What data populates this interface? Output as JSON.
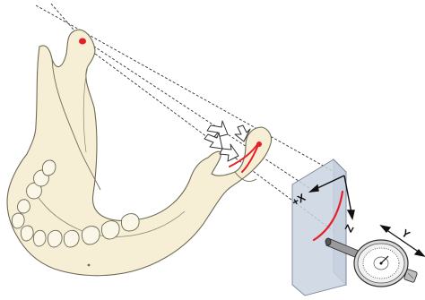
{
  "labels": {
    "plus_x": "+X",
    "z": "Z",
    "y": "Y"
  },
  "colors": {
    "bone_fill": "#f6efd6",
    "bone_stroke": "#6e6a55",
    "marker_red": "#e41f26",
    "plane_fill": "#c9d3e1",
    "plane_stroke": "#7c8797",
    "dial_body": "#d8d8d8",
    "dashed_line": "#333333"
  },
  "icons": {
    "condyle_point": "red-dot-icon",
    "movement_arrows": "open-arrow-icon",
    "dial_gauge": "dial-indicator-icon"
  }
}
